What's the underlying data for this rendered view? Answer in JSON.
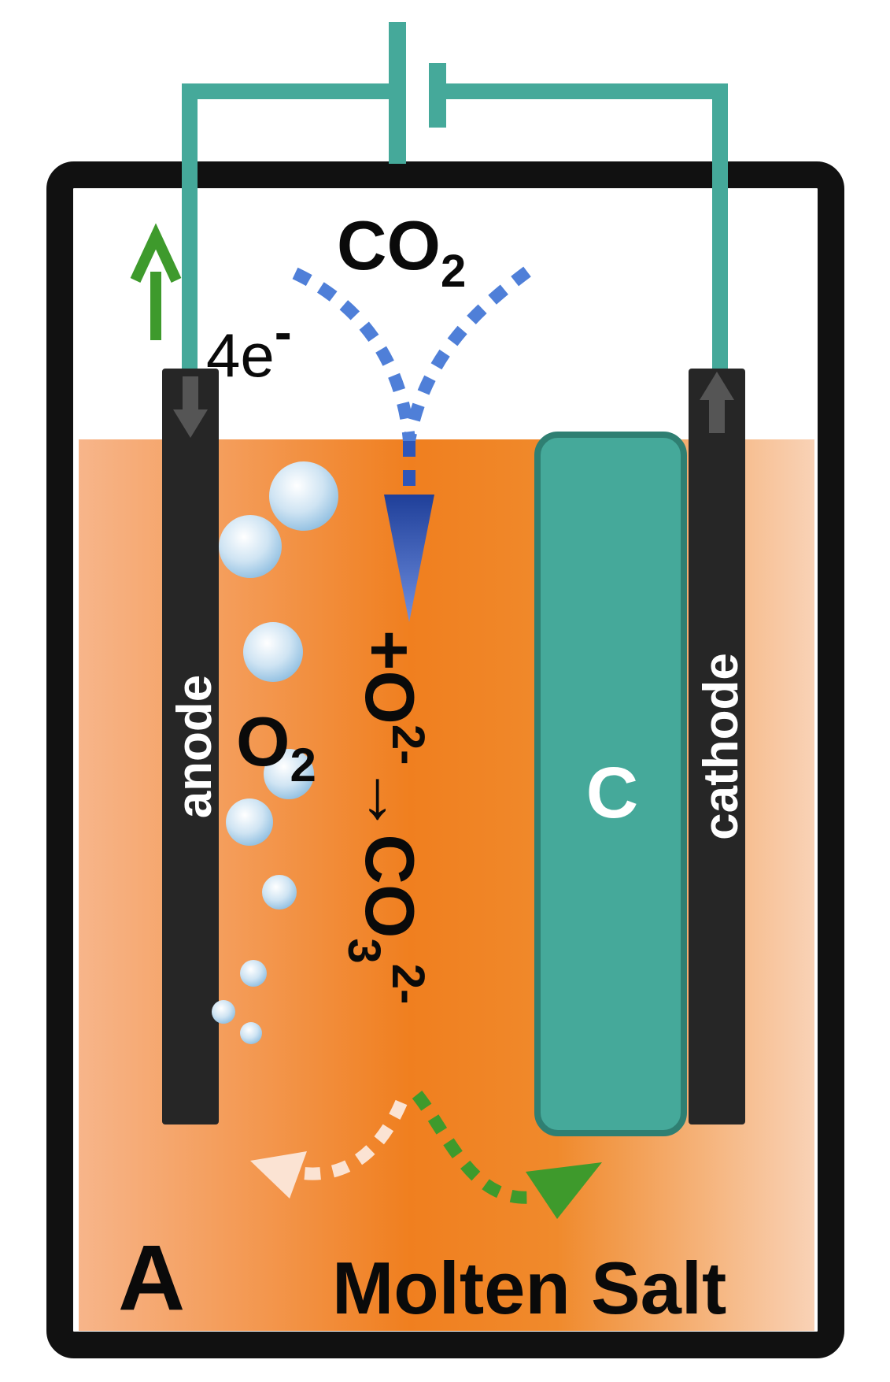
{
  "labels": {
    "co2": "CO",
    "co2_sub": "2",
    "electrons": "4e",
    "electrons_sup": "-",
    "anode": "anode",
    "cathode": "cathode",
    "o2": "O",
    "o2_sub": "2",
    "reaction_plus": "+",
    "reaction_oxide": "O",
    "reaction_oxide_sup": "2-",
    "reaction_arrow": "→",
    "reaction_carbonate": "CO",
    "reaction_carbonate_sub": "3",
    "reaction_carbonate_sup": "2-",
    "carbon": "C",
    "panel_letter": "A",
    "electrolyte": "Molten Salt"
  },
  "colors": {
    "wire": "#45a99a",
    "carbon_block": "#45a99a",
    "carbon_border": "#2f7f72",
    "electrode": "#262626",
    "salt_center": "#f07f1f",
    "salt_edge": "#f7b58a",
    "container": "#111111",
    "co2_path": "#4f7fd8",
    "green_arrow": "#3e9a2c",
    "return_arrow": "#fbe3d3",
    "bubble": "#a9d0ea"
  },
  "icons": [
    "electron-flow-arrow-icon",
    "bubble-icon",
    "battery-symbol-icon"
  ]
}
